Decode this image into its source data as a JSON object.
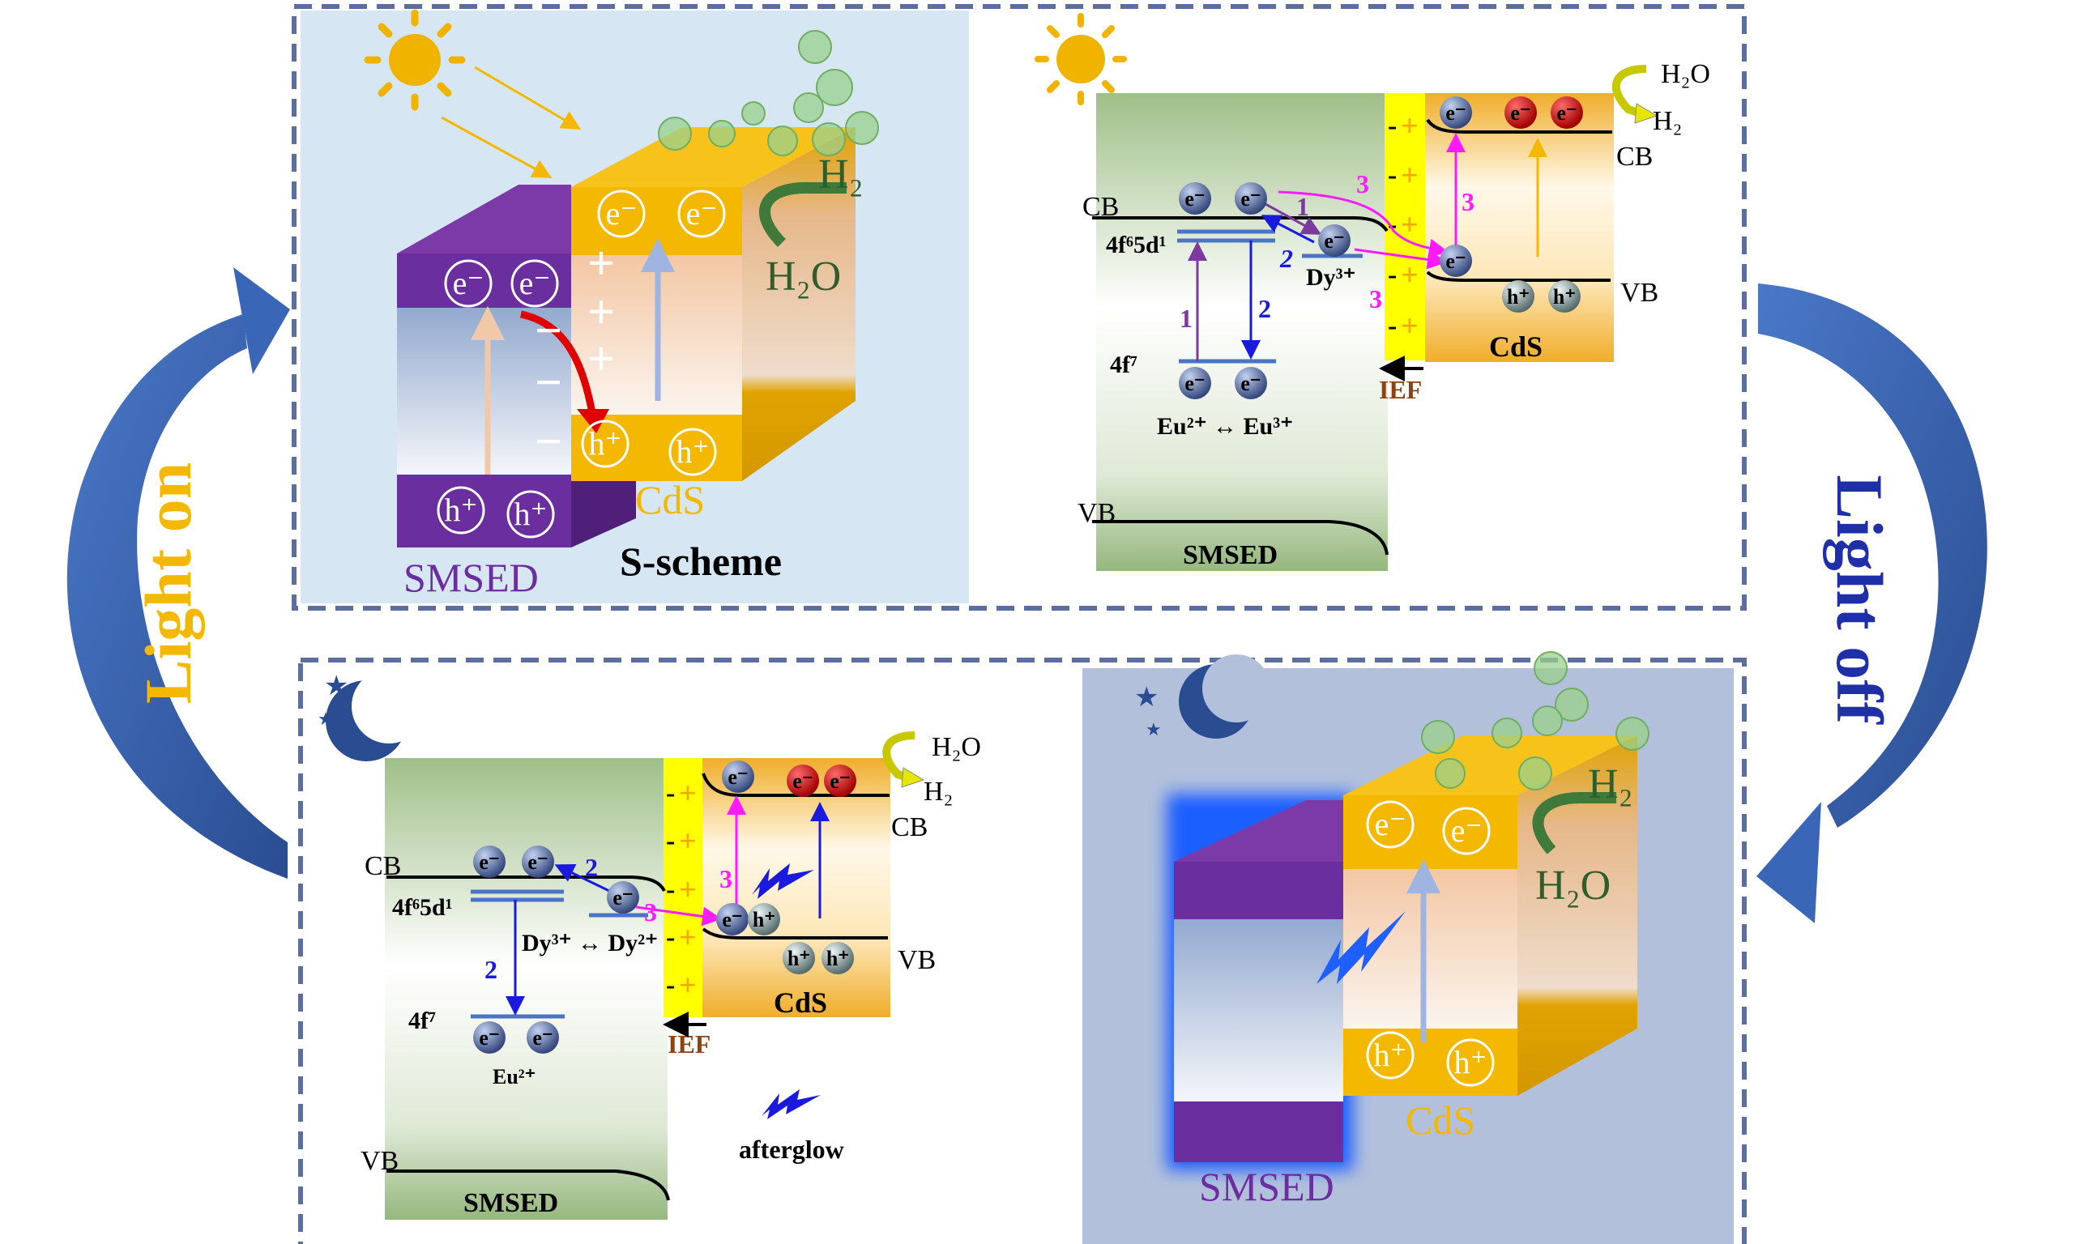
{
  "cycle": {
    "light_on": "Light on",
    "light_off": "Light off"
  },
  "top_left": {
    "smsed": "SMSED",
    "cds": "CdS",
    "h2": "H₂",
    "h2o": "H₂O",
    "scheme": "S-scheme",
    "electron": "e⁻",
    "hole": "h⁺",
    "plus": "+",
    "minus": "−"
  },
  "bottom_right": {
    "smsed": "SMSED",
    "cds": "CdS",
    "h2": "H₂",
    "h2o": "H₂O",
    "electron": "e⁻",
    "hole": "h⁺"
  },
  "band": {
    "cb": "CB",
    "vb": "VB",
    "level_5d": "4f⁶5d¹",
    "level_4f": "4f⁷",
    "eu_pair": "Eu²⁺ ↔ Eu³⁺",
    "eu2": "Eu²⁺",
    "dy": "Dy³⁺",
    "dy_pair": "Dy³⁺ ↔ Dy²⁺",
    "cds": "CdS",
    "smsed": "SMSED",
    "ief": "IEF",
    "h2o": "H₂O",
    "h2": "H₂",
    "electron": "e⁻",
    "hole": "h⁺",
    "step1": "1",
    "step2": "2",
    "step3": "3",
    "afterglow": "afterglow",
    "minus": "-",
    "plus": "+"
  },
  "colors": {
    "purple": "#6a2e9e",
    "cds_yellow": "#f5b800",
    "magenta": "#ff1aff",
    "blue_arrow": "#1a1adc",
    "violet_arrow": "#7a3a9e",
    "cycle_arrow": "#3559a8",
    "light_on": "#f5b800",
    "light_off": "#1f2fa8",
    "ief": "#8b4513"
  }
}
